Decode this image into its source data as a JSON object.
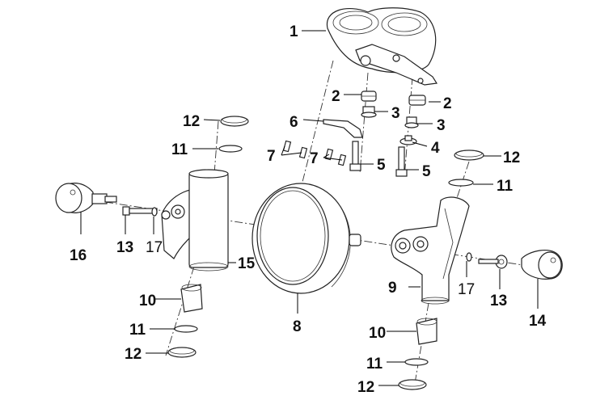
{
  "labels": {
    "l1": "1",
    "l2": "2",
    "l3": "3",
    "l4": "4",
    "l5": "5",
    "l6": "6",
    "l7": "7",
    "l8": "8",
    "l9": "9",
    "l10": "10",
    "l11": "11",
    "l12": "12",
    "l13": "13",
    "l14": "14",
    "l15": "15",
    "l16": "16",
    "l17": "17"
  },
  "colors": {
    "line": "#222222",
    "background": "#ffffff"
  }
}
